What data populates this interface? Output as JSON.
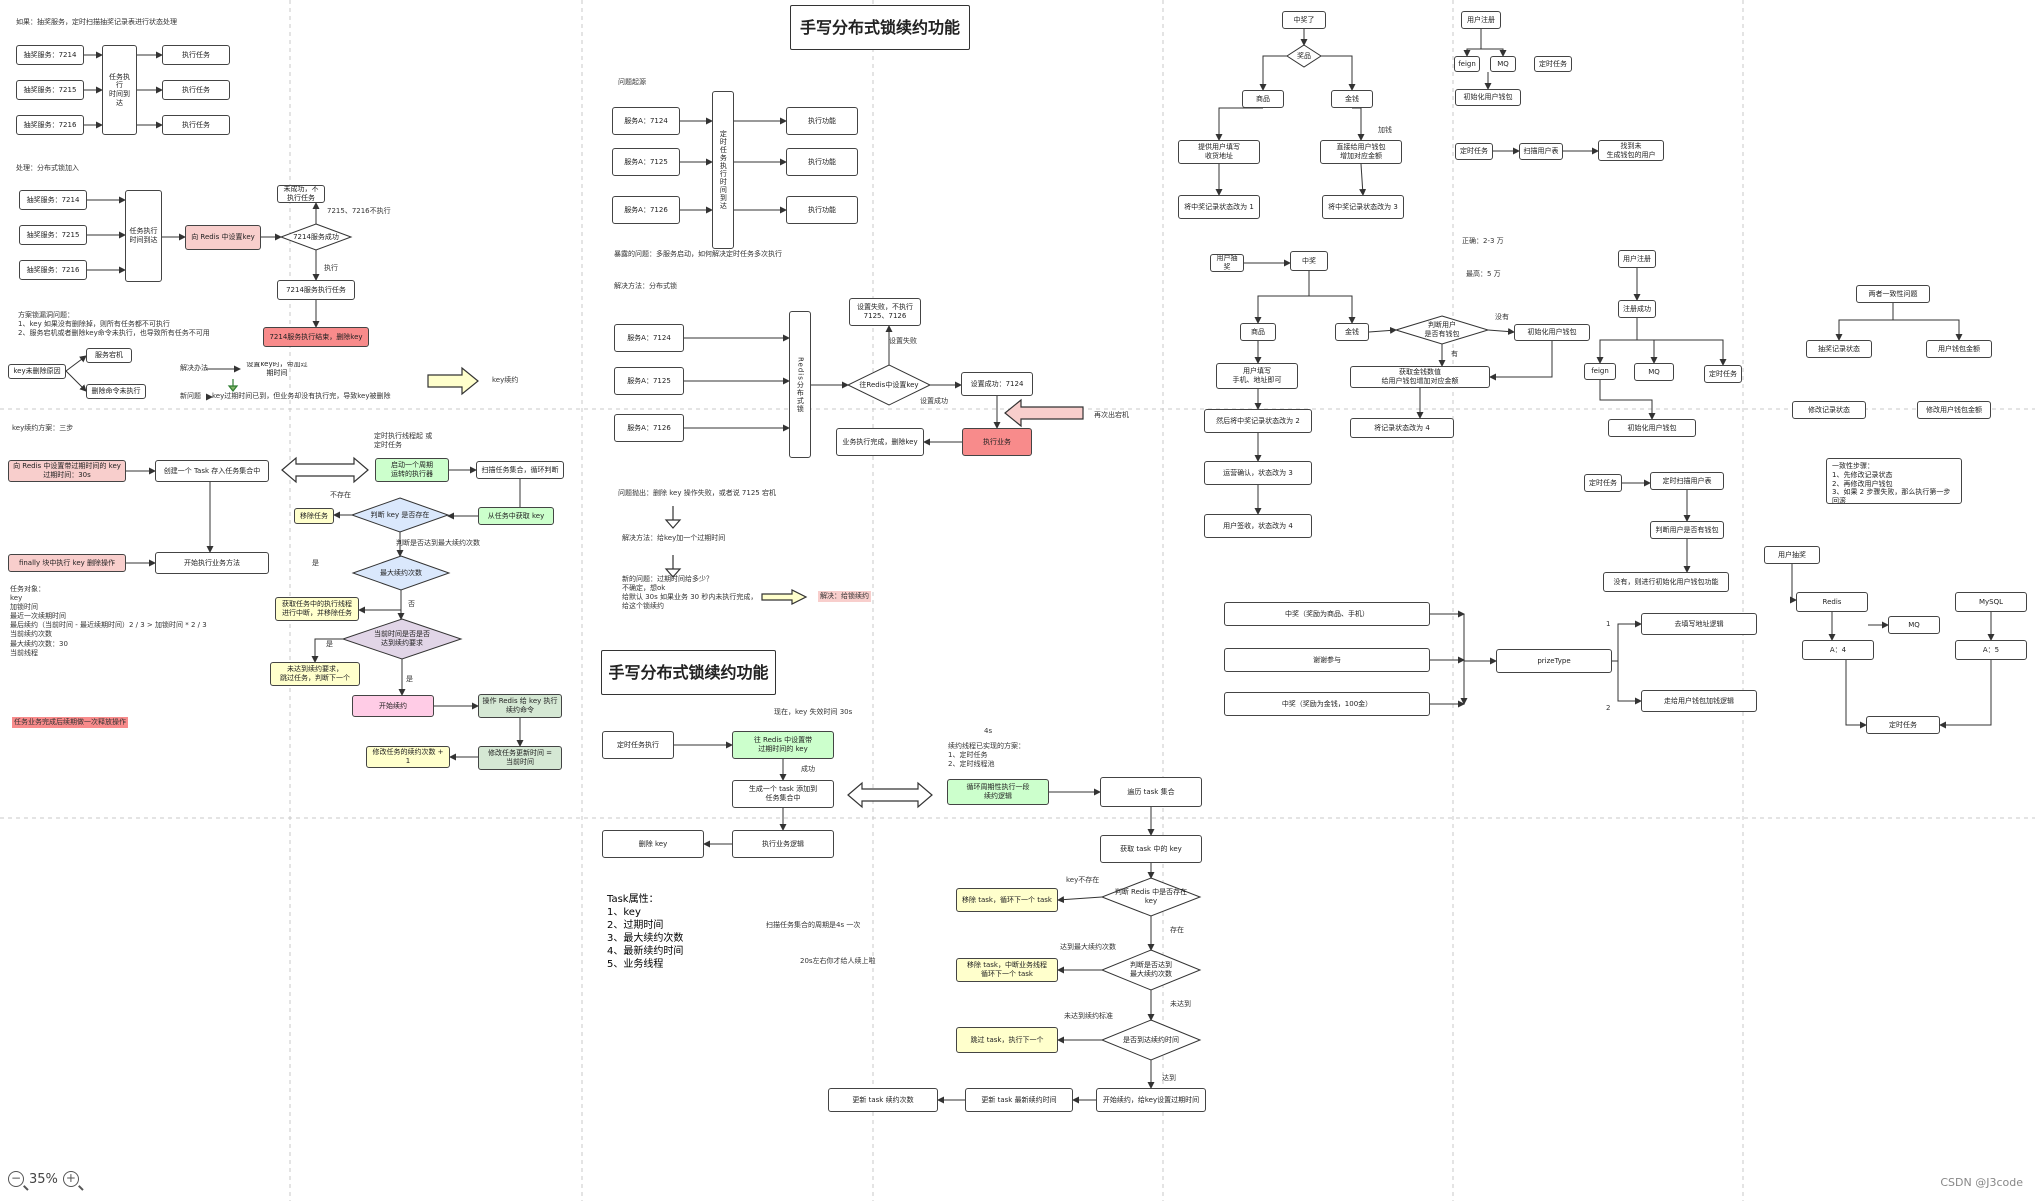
{
  "page": {
    "zoom": "35%",
    "watermark": "CSDN @J3code"
  },
  "titles": {
    "main": "手写分布式锁续约功能",
    "second": "手写分布式锁续约功能"
  },
  "texts": {
    "scenario": "如果：抽奖服务，定时扫描抽奖记录表进行状态处理",
    "analysis": "处理：分布式锁加入",
    "problem_list": "方案锁漏洞问题：\n1、key 如果没有删除掉，则所有任务都不可执行\n2、服务宕机或者删除key命令未执行，也导致所有任务不可用",
    "solution": "解决办法",
    "new_issue": "新问题",
    "key_expire_note": "key过期时间已到，但业务却没有执行完，导致key被删除",
    "renew_label": "key续约",
    "renew_plan": "key续约方案：三步",
    "task_object": "任务对象：\nkey\n加锁时间\n最近一次续期时间\n最后续约（当前时间 - 最近续期时间）2 / 3 > 加锁时间 * 2 / 3\n当前续约次数\n最大续约次数：30\n当前线程",
    "warn_red": "任务业务完成后续期做一次释放操作",
    "not_exist": "不存在",
    "judge_renew": "判断是否达到最大续约次数",
    "is_yes": "是",
    "is_no": "否",
    "is_yes2": "是",
    "is_no2": "是",
    "p_problem": "问题起源",
    "p_found": "暴露的问题：多服务启动，如何解决定时任务多次执行",
    "p_method": "解决方法：分布式锁",
    "lock_fail": "设置失败",
    "lock_ok": "设置成功",
    "renew_down": "再次出宕机",
    "q_raise": "问题抛出：删除 key 操作失败，或者说 7125 宕机",
    "q_method": "解决方法：给key加一个过期时间",
    "q_new": "新的问题：过期时间给多少？\n不确定，想ok\n给默认 30s 如果业务 30 秒内未执行完成，\n给这个锁续约",
    "fix_renew": "解决：给锁续约",
    "now_note": "现在，key 失效时间 30s",
    "success": "成功",
    "four_s": "4s",
    "maintain": "续约线程已实现的方案：\n1、定时任务\n2、定时线程池",
    "task_attr": "Task属性：\n1、key\n2、过期时间\n3、最大续约次数\n4、最新续约时间\n5、业务线程",
    "scan_interval": "扫描任务集合的周期是4s 一次",
    "interval_note": "20s左右你才给人续上啦",
    "key_missing": "key不存在",
    "exists": "存在",
    "not_reached": "未达到",
    "reached_max": "达到最大续约次数",
    "not_renew": "未达到续约标准",
    "reached": "达到",
    "add_money": "加钱",
    "slow_note": "正确：2-3 万",
    "quick_note": "最高：5 万",
    "none": "没有",
    "have": "有",
    "one": "1",
    "two": "2",
    "consistency_steps": "一致性步骤：\n1、先修改记录状态\n2、再修改用户钱包\n3、如果 2 步骤失败，那么执行第一步回滚"
  },
  "nodes": {
    "a1": "抽奖服务：7214",
    "a2": "抽奖服务：7215",
    "a3": "抽奖服务：7216",
    "a_timer": "任务执行\n时间到达",
    "ae1": "执行任务",
    "ae2": "执行任务",
    "ae3": "执行任务",
    "b1": "抽奖服务：7214",
    "b2": "抽奖服务：7215",
    "b3": "抽奖服务：7216",
    "b_timer": "任务执行\n时间到达",
    "b_redis": "向 Redis 中设置key",
    "b_fail": "未成功，不执行任务",
    "b_diamond": "7214服务成功",
    "b_fail_note": "7215、7216不执行",
    "b_exec_label": "执行",
    "b_exec": "7214服务执行任务",
    "b_done": "7214服务执行结束，删除key",
    "c_down": "服务宕机",
    "c_cause": "key未删除原因",
    "c_nocmd": "删除命令未执行",
    "c_set": "设置key时，带加过期时间",
    "r_redis": "向 Redis 中设置带过期时间的 key\n过期时间：30s",
    "r_create": "创建一个 Task 存入任务集合中",
    "r_cycle_note": "定时执行线程起 或\n定时任务",
    "r_start": "启动一个周期\n运转的执行器",
    "r_scan": "扫描任务集合，循环判断",
    "r_remove": "移除任务",
    "r_judge": "判断 key 是否存在",
    "r_fetch": "从任务中获取 key",
    "r_finally": "finally 块中执行 key 删除操作",
    "r_biz": "开始执行业务方法",
    "r_max": "最大续约次数",
    "r_interrupt": "获取任务中的执行线程\n进行中断，并移除任务",
    "r_time": "当前时间是否是否\n达到续约要求",
    "r_skip": "未达到续约要求，\n跳过任务，判断下一个",
    "r_begin": "开始续约",
    "r_redis_op": "操作 Redis 给 key 执行\n续约命令",
    "r_count": "修改任务的续约次数 + 1",
    "r_update": "修改任务更新时间 =\n当前时间",
    "p1": "服务A：7124",
    "p2": "服务A：7125",
    "p3": "服务A：7126",
    "p_timer": "定时任务执行时间到达",
    "pe1": "执行功能",
    "pe2": "执行功能",
    "pe3": "执行功能",
    "s1": "服务A：7124",
    "s2": "服务A：7125",
    "s3": "服务A：7126",
    "s_lock": "Redis分布式锁",
    "s_fail": "设置失败，不执行\n7125、7126",
    "s_diamond": "往Redis中设置key",
    "s_ok": "设置成功：7124",
    "s_finish": "业务执行完成，删除key",
    "s_exec": "执行业务",
    "t_timer": "定时任务执行",
    "t_redis": "往 Redis 中设置带\n过期时间的 key",
    "t_task": "生成一个 task 添加到\n任务集合中",
    "t_del": "删除 key",
    "t_biz": "执行业务逻辑",
    "t_cycle": "循环周期性执行一段\n续约逻辑",
    "t_scan": "遍历 task 集合",
    "t_get": "获取 task 中的 key",
    "t_judge_key": "判断 Redis 中是否存在 key",
    "t_remove": "移除 task，循环下一个 task",
    "t_judge_max": "判断是否达到\n最大续约次数",
    "t_interrupt": "移除 task，中断业务线程\n循环下一个 task",
    "t_judge_time": "是否到达续约时间",
    "t_skip": "跳过 task，执行下一个",
    "t_renew": "开始续约，给key设置过期时间",
    "t_update": "更新 task 最新续约时间",
    "t_count": "更新 task 续约次数",
    "w_win": "中奖了",
    "w_type": "奖品",
    "w_goods": "商品",
    "w_money": "金钱",
    "w_fill": "提供用户填写\n收货地址",
    "w_wallet": "直接给用户钱包\n增加对应金额",
    "w_s1": "将中奖记录状态改为 1",
    "w_s3": "将中奖记录状态改为 3",
    "u_reg": "用户注册",
    "u_feign": "feign",
    "u_mq": "MQ",
    "u_timer": "定时任务",
    "u_init": "初始化用户钱包",
    "u_timer2": "定时任务",
    "u_scan": "扫描用户表",
    "u_find": "找到未\n生成钱包的用户",
    "l_draw": "用户抽奖",
    "l_win": "中奖",
    "l_goods": "商品",
    "l_money": "金钱",
    "l_fill": "用户填写\n手机、地址即可",
    "l_judge": "判断用户\n是否有钱包",
    "l_init": "初始化用户钱包",
    "l_get": "获取金钱数值\n给用户钱包增加对应金额",
    "l_s2": "然后将中奖记录状态改为 2",
    "l_s4": "将记录状态改为 4",
    "l_ship": "运营确认，状态改为 3",
    "l_sign": "用户签收，状态改为 4",
    "m_reg": "用户注册",
    "m_ok": "注册成功",
    "m_feign": "feign",
    "m_mq": "MQ",
    "m_timer": "定时任务",
    "m_init": "初始化用户钱包",
    "m_timer2": "定时任务",
    "m_scan": "定时扫描用户表",
    "m_judge": "判断用户是否有钱包",
    "m_none": "没有，则进行初始化用户钱包功能",
    "k_consistency": "两者一致性问题",
    "k_record": "抽奖记录状态",
    "k_wallet": "用户钱包金额",
    "k_mod_record": "修改记录状态",
    "k_mod_wallet": "修改用户钱包金额",
    "z_w1": "中奖（奖励为商品、手机）",
    "z_w2": "谢谢参与",
    "z_w3": "中奖（奖励为金钱，100金）",
    "z_prize": "prizeType",
    "z_r1": "去填写地址逻辑",
    "z_r2": "走给用户钱包加钱逻辑",
    "y_draw": "用户抽奖",
    "y_redis": "Redis",
    "y_mysql": "MySQL",
    "y_mq": "MQ",
    "y_a4": "A：4",
    "y_a5": "A：5",
    "y_timer": "定时任务"
  }
}
